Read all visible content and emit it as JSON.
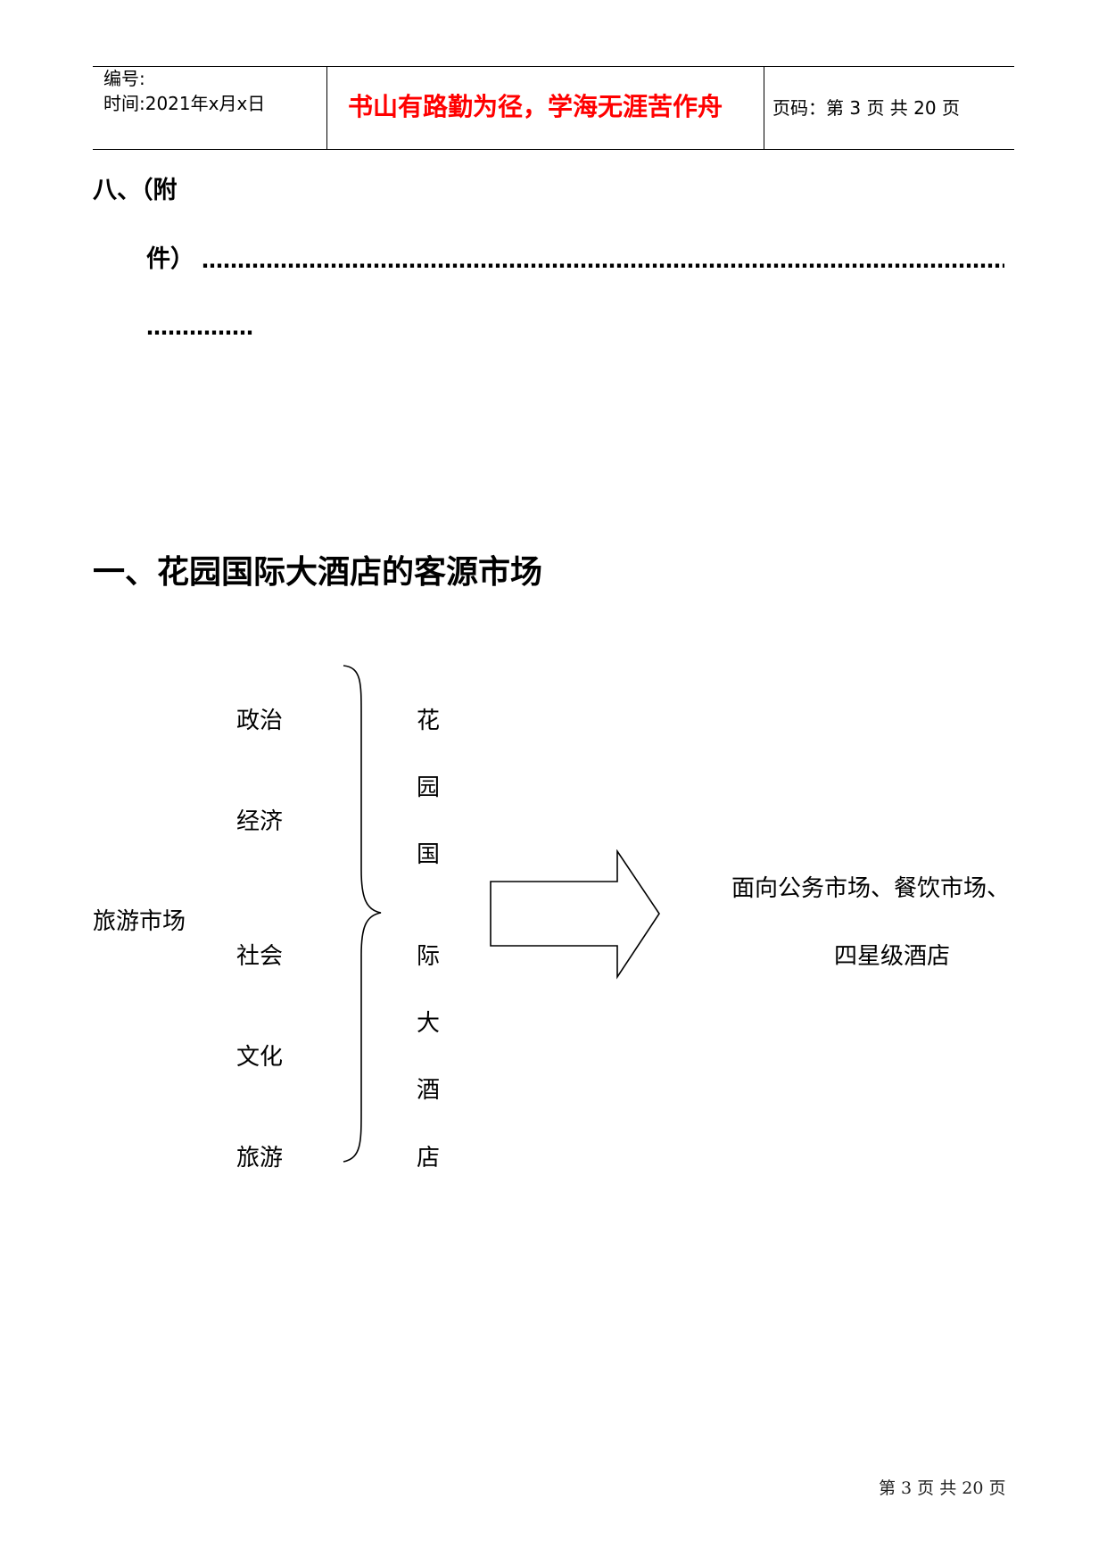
{
  "header": {
    "number_label": "编号:",
    "time_label": "时间:2021年x月x日",
    "motto": "书山有路勤为径，学海无涯苦作舟",
    "page_info": "页码：第 3 页  共 20 页",
    "motto_color": "#ff0000"
  },
  "section8": {
    "line1": "八、（附",
    "line2_prefix": "件）",
    "line2_dots": "…………………………………………………………………………………………………………",
    "line3_dots": "……………"
  },
  "section1": {
    "heading": "一、花园国际大酒店的客源市场"
  },
  "diagram": {
    "left_label": "旅游市场",
    "factors": [
      "政治",
      "经济",
      "社会",
      "文化",
      "旅游"
    ],
    "hotel_chars": [
      "花",
      "园",
      "国",
      "际",
      "大",
      "酒",
      "店"
    ],
    "result_line1": "面向公务市场、餐饮市场、",
    "result_line2": "四星级酒店"
  },
  "footer": {
    "page_text": "第 3 页 共 20 页"
  }
}
